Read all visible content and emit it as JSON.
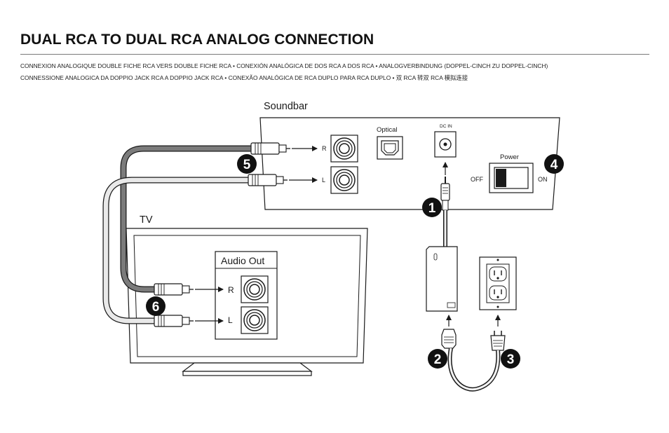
{
  "header": {
    "title": "DUAL RCA TO DUAL RCA ANALOG CONNECTION",
    "subtitle_line1": "CONNEXION ANALOGIQUE DOUBLE FICHE RCA VERS DOUBLE FICHE RCA • CONEXIÓN ANALÓGICA DE DOS RCA A DOS RCA •  ANALOGVERBINDUNG (DOPPEL-CINCH ZU DOPPEL-CINCH)",
    "subtitle_line2": "CONNESSIONE ANALOGICA DA DOPPIO JACK RCA A DOPPIO JACK RCA • CONEXÃO ANALÓGICA DE RCA DUPLO PARA RCA DUPLO • 双 RCA 转双 RCA 模拟连接"
  },
  "soundbar": {
    "label": "Soundbar",
    "jack_r": "R",
    "jack_l": "L",
    "optical_label": "Optical",
    "dc_in_label": "DC IN",
    "power_label": "Power",
    "off_label": "OFF",
    "on_label": "ON"
  },
  "tv": {
    "label": "TV",
    "audio_out_label": "Audio Out",
    "jack_r": "R",
    "jack_l": "L"
  },
  "steps": [
    "1",
    "2",
    "3",
    "4",
    "5",
    "6"
  ],
  "colors": {
    "dark_cable": "#7b7b7b",
    "light_cable": "#e9e9e9",
    "outline": "#1a1a1a",
    "badge": "#111111"
  }
}
